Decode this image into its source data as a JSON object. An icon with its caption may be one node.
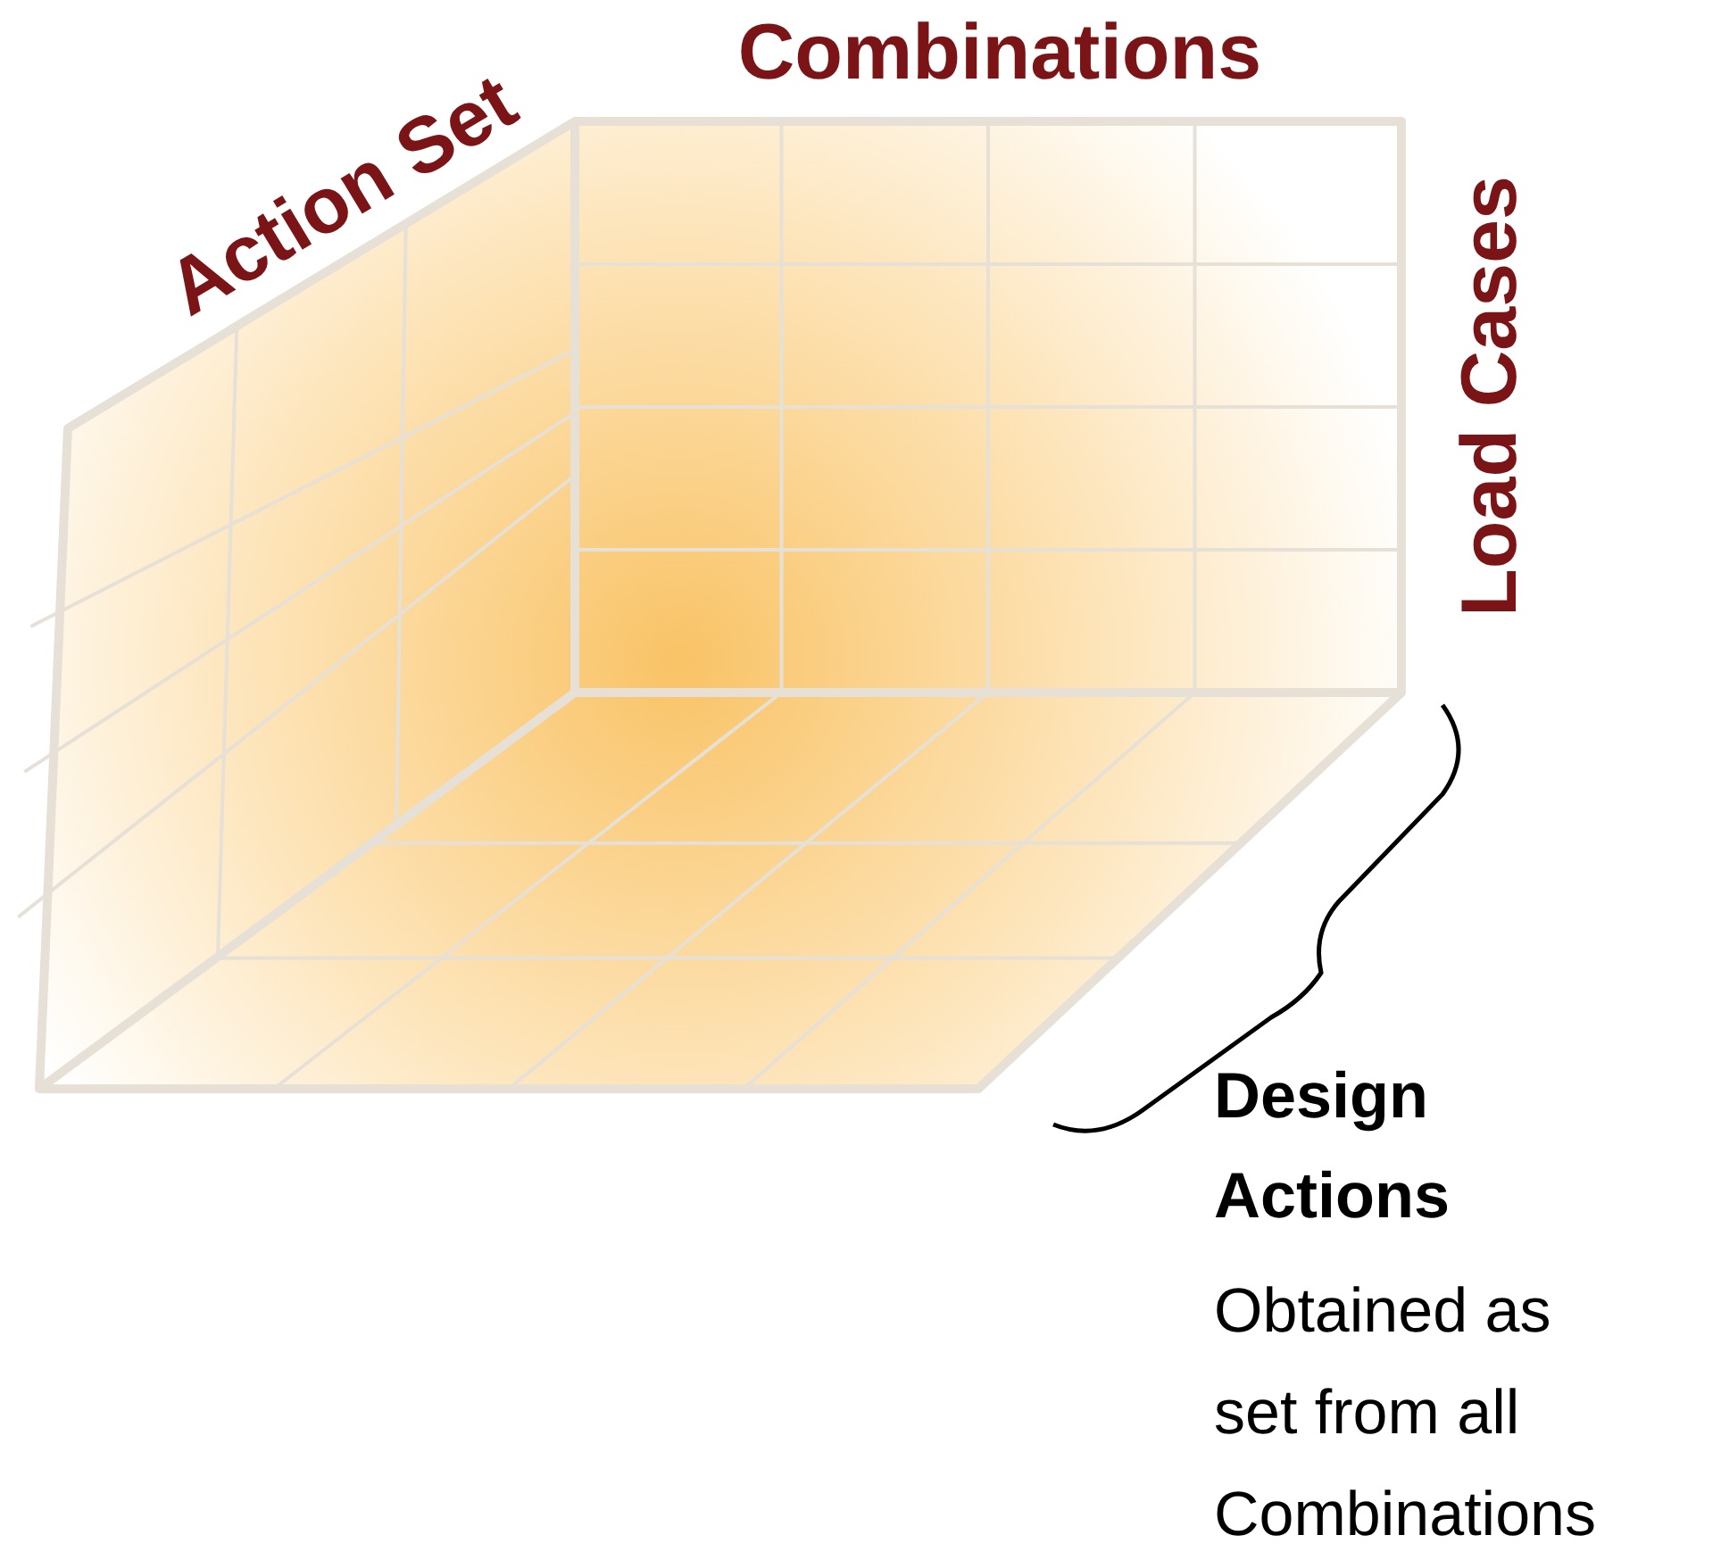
{
  "diagram": {
    "labels": [
      "Action Set",
      "Combinations",
      "Load Cases",
      "Design Actions",
      "Obtained as set from all Combinations"
    ]
  }
}
